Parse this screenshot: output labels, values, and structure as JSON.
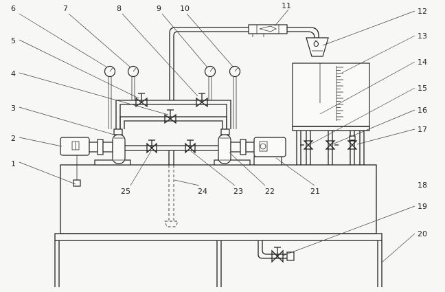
{
  "labels": [
    "1",
    "2",
    "3",
    "4",
    "5",
    "6",
    "7",
    "8",
    "9",
    "10",
    "11",
    "12",
    "13",
    "14",
    "15",
    "16",
    "17",
    "18",
    "19",
    "20",
    "21",
    "22",
    "23",
    "24",
    "25"
  ],
  "tank_icon_text": "Ö"
}
